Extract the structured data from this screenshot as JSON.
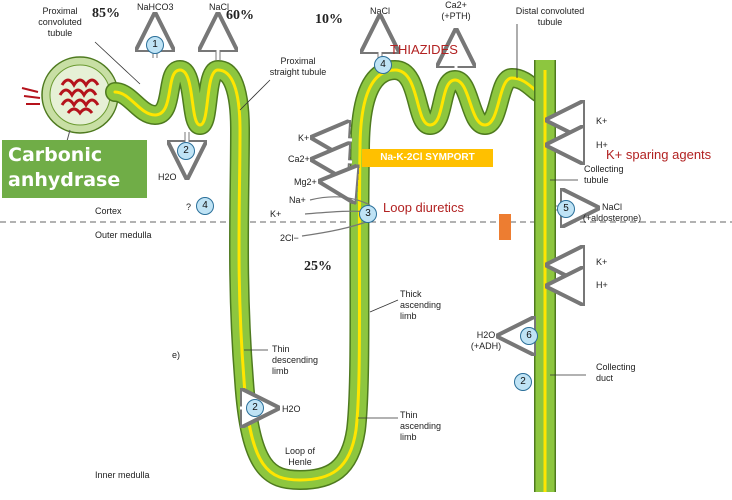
{
  "labels": {
    "proximal_convoluted": "Proximal\nconvoluted\ntubule",
    "nahco3": "NaHCO3",
    "nacl_top1": "NaCl",
    "nacl_top2": "NaCl",
    "ca_pth": "Ca2+\n(+PTH)",
    "distal_convoluted": "Distal convoluted\ntubule",
    "proximal_straight": "Proximal\nstraight tubule",
    "h2o_1": "H2O",
    "question": "?",
    "cortex": "Cortex",
    "outer_medulla": "Outer medulla",
    "inner_medulla": "Inner medulla",
    "k_plus_1": "K+",
    "ca_2plus": "Ca2+",
    "mg_2plus": "Mg2+",
    "na_plus": "Na+",
    "k_plus_2": "K+",
    "cl_2": "2Cl−",
    "k_plus_right1": "K+",
    "h_plus_right1": "H+",
    "collecting_tubule": "Collecting\ntubule",
    "nacl_aldo": "NaCl\n(+aldosterone)",
    "k_plus_right2": "K+",
    "h_plus_right2": "H+",
    "thick_ascending": "Thick\nascending\nlimb",
    "thin_descending": "Thin\ndescending\nlimb",
    "h2o_adh": "H2O\n(+ADH)",
    "collecting_duct": "Collecting\nduct",
    "h2o_2": "H2O",
    "thin_ascending": "Thin\nascending\nlimb",
    "loop_henle": "Loop of\nHenle",
    "panel_e": "e)"
  },
  "percentages": {
    "p85": "85%",
    "p60": "60%",
    "p10": "10%",
    "p25": "25%"
  },
  "annotations": {
    "thiazides": "THIAZIDES",
    "symport": "Na-K-2Cl SYMPORT",
    "loop_diuretics": "Loop diuretics",
    "k_sparing": "K+ sparing agents",
    "carbonic": "Carbonic\nanhydrase"
  },
  "sites": {
    "s1": "1",
    "s2a": "2",
    "s4a": "4",
    "s4b": "4",
    "s3": "3",
    "s5": "5",
    "s6": "6",
    "s2b": "2",
    "s2c": "2"
  },
  "colors": {
    "tubule": "#8dc63f",
    "tubule_edge": "#4e7a1f",
    "lumen": "#ffe500",
    "glomerulus": "#b5121b",
    "site_circle": "#bfe3f5"
  }
}
